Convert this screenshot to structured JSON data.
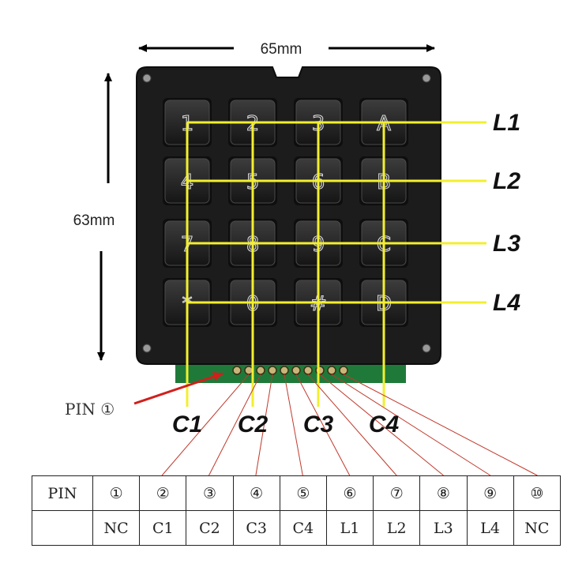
{
  "dimensions": {
    "width": "65mm",
    "height": "63mm"
  },
  "keys": [
    [
      "1",
      "2",
      "3",
      "A"
    ],
    [
      "4",
      "5",
      "6",
      "B"
    ],
    [
      "7",
      "8",
      "9",
      "C"
    ],
    [
      "*",
      "0",
      "#",
      "D"
    ]
  ],
  "row_labels": [
    "L1",
    "L2",
    "L3",
    "L4"
  ],
  "column_labels": [
    "C1",
    "C2",
    "C3",
    "C4"
  ],
  "pin1_callout": "PIN ①",
  "pin_table": {
    "header": "PIN",
    "pins": [
      {
        "pin": "①",
        "signal": "NC"
      },
      {
        "pin": "②",
        "signal": "C1"
      },
      {
        "pin": "③",
        "signal": "C2"
      },
      {
        "pin": "④",
        "signal": "C3"
      },
      {
        "pin": "⑤",
        "signal": "C4"
      },
      {
        "pin": "⑥",
        "signal": "L1"
      },
      {
        "pin": "⑦",
        "signal": "L2"
      },
      {
        "pin": "⑧",
        "signal": "L3"
      },
      {
        "pin": "⑨",
        "signal": "L4"
      },
      {
        "pin": "⑩",
        "signal": "NC"
      }
    ]
  },
  "colors": {
    "matrix_line": "#f2ef2e",
    "pin_line": "#c0392b",
    "arrow": "#d0201c",
    "keypad": "#1c1c1c",
    "pcb": "#1f7a3a"
  }
}
